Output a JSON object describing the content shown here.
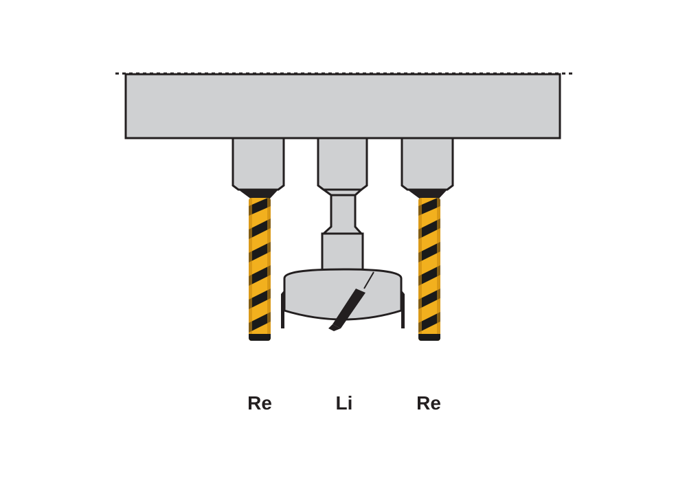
{
  "labels": {
    "left": "Re",
    "center": "Li",
    "right": "Re"
  },
  "colors": {
    "metal": "#cfd0d2",
    "outline": "#231f20",
    "drill_gold": "#f2b01e",
    "drill_dark": "#1a1a1a",
    "background": "#ffffff"
  },
  "components": {
    "drill_head": "multi-spindle-drill-head",
    "left_tool": "twist-drill-bit",
    "center_tool": "forstner-hinge-cutter",
    "right_tool": "twist-drill-bit"
  }
}
